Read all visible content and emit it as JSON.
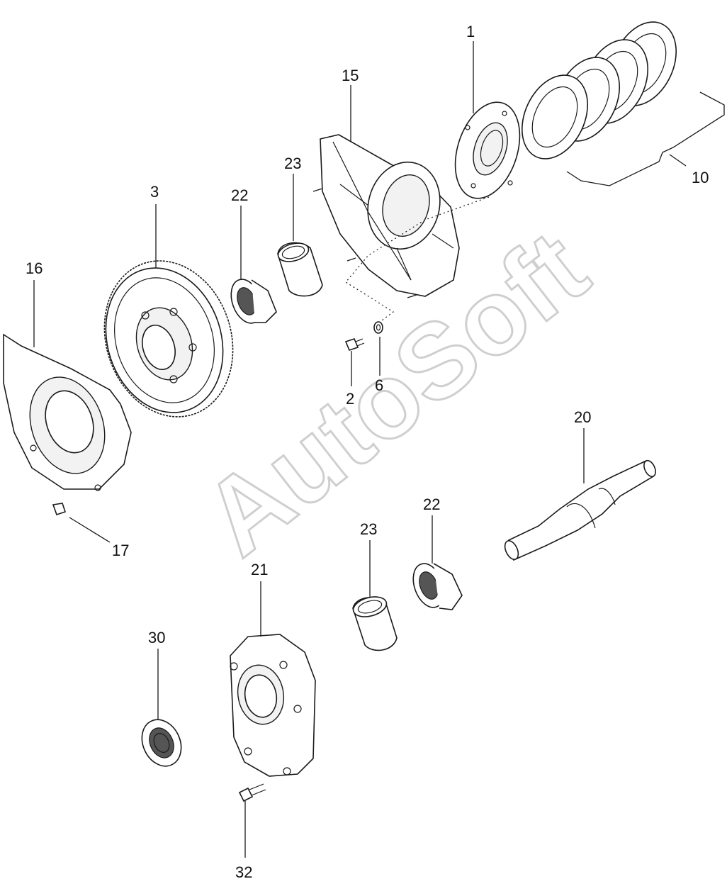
{
  "watermark": "AutoSoft",
  "callouts": {
    "c1": "1",
    "c15": "15",
    "c23a": "23",
    "c22a": "22",
    "c3": "3",
    "c16": "16",
    "c10": "10",
    "c2": "2",
    "c6": "6",
    "c20": "20",
    "c22b": "22",
    "c23b": "23",
    "c17": "17",
    "c21": "21",
    "c30": "30",
    "c32": "32"
  }
}
